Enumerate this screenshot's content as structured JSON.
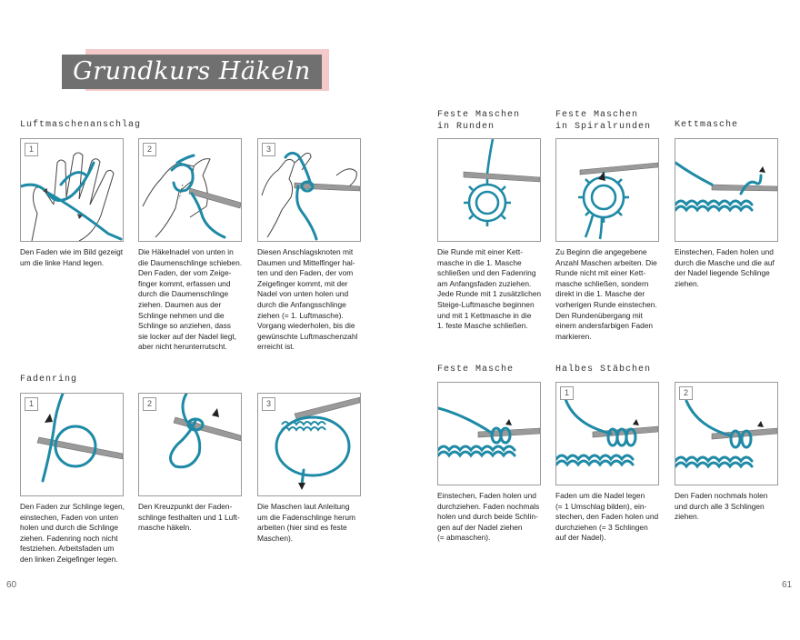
{
  "title": "Grundkurs Häkeln",
  "sections": {
    "luftmaschenanschlag": "Luftmaschenanschlag",
    "fadenring": "Fadenring",
    "feste_runden": "Feste Maschen\nin Runden",
    "feste_spiral": "Feste Maschen\nin Spiralrunden",
    "kettmasche": "Kettmasche",
    "feste_masche": "Feste Masche",
    "halbes_staebchen": "Halbes Stäbchen"
  },
  "steps": {
    "luft1": "1",
    "luft2": "2",
    "luft3": "3",
    "fring1": "1",
    "fring2": "2",
    "fring3": "3",
    "hst1": "1",
    "hst2": "2"
  },
  "captions": {
    "luft1": "Den Faden wie im Bild gezeigt\num die linke Hand legen.",
    "luft2": "Die Häkelnadel von unten in\ndie Daumenschlinge schieben.\nDen Faden, der vom Zeige-\nfinger kommt, erfassen und\ndurch die Daumenschlinge\nziehen. Daumen aus der\nSchlinge nehmen und die\nSchlinge so anziehen, dass\nsie locker auf der Nadel liegt,\naber nicht herunterrutscht.",
    "luft3": "Diesen Anschlagsknoten mit\nDaumen und Mittelfinger hal-\nten und den Faden, der vom\nZeigefinger kommt, mit der\nNadel von unten holen und\ndurch die Anfangsschlinge\nziehen (= 1. Luftmasche).\nVorgang wiederholen, bis die\ngewünschte Luftmaschenzahl\nerreicht ist.",
    "fring1": "Den Faden zur Schlinge legen,\neinstechen, Faden von unten\nholen und durch die Schlinge\nziehen. Fadenring noch nicht\nfestziehen. Arbeitsfaden um\nden linken Zeigefinger legen.",
    "fring2": "Den Kreuzpunkt der Faden-\nschlinge festhalten und 1 Luft-\nmasche häkeln.",
    "fring3": "Die Maschen laut Anleitung\num die Fadenschlinge herum\narbeiten (hier sind es feste\nMaschen).",
    "runden": "Die Runde mit einer Kett-\nmasche in die 1. Masche\nschließen und den Fadenring\nam Anfangsfaden zuziehen.\nJede Runde mit 1 zusätzlichen\nSteige-Luftmasche beginnen\nund mit 1 Kettmasche in die\n1. feste Masche schließen.",
    "spiral": "Zu Beginn die angegebene\nAnzahl Maschen arbeiten. Die\nRunde nicht mit einer Kett-\nmasche schließen, sondern\ndirekt in die 1. Masche der\nvorherigen Runde einstechen.\nDen Rundenübergang mit\neinem andersfarbigen Faden\nmarkieren.",
    "kett": "Einstechen, Faden holen und\ndurch die Masche und die auf\nder Nadel liegende Schlinge\nziehen.",
    "fm": "Einstechen, Faden holen und\ndurchziehen. Faden nochmals\nholen und durch beide Schlin-\ngen auf der Nadel ziehen\n(= abmaschen).",
    "hst1": "Faden um die Nadel legen\n(= 1 Umschlag bilden), ein-\nstechen, den Faden holen und\ndurchziehen (= 3 Schlingen\nauf der Nadel).",
    "hst2": "Den Faden nochmals holen\nund durch alle 3 Schlingen\nziehen."
  },
  "page_numbers": {
    "left": "60",
    "right": "61"
  },
  "colors": {
    "yarn": "#1e8aa6",
    "hook": "#8a8a8a",
    "outline": "#444444",
    "title_bg": "#707070",
    "title_accent": "#f3c9c9"
  },
  "icons": {
    "luft1": "hand-wrap-illustration",
    "luft2": "hand-hook-illustration",
    "luft3": "chain-start-illustration",
    "fring1": "yarn-loop-illustration",
    "fring2": "loop-chain-illustration",
    "fring3": "ring-stitches-illustration",
    "runden": "round-ring-illustration",
    "spiral": "spiral-round-illustration",
    "kett": "slip-stitch-illustration",
    "fm": "single-crochet-illustration",
    "hst1": "half-double-1-illustration",
    "hst2": "half-double-2-illustration"
  }
}
